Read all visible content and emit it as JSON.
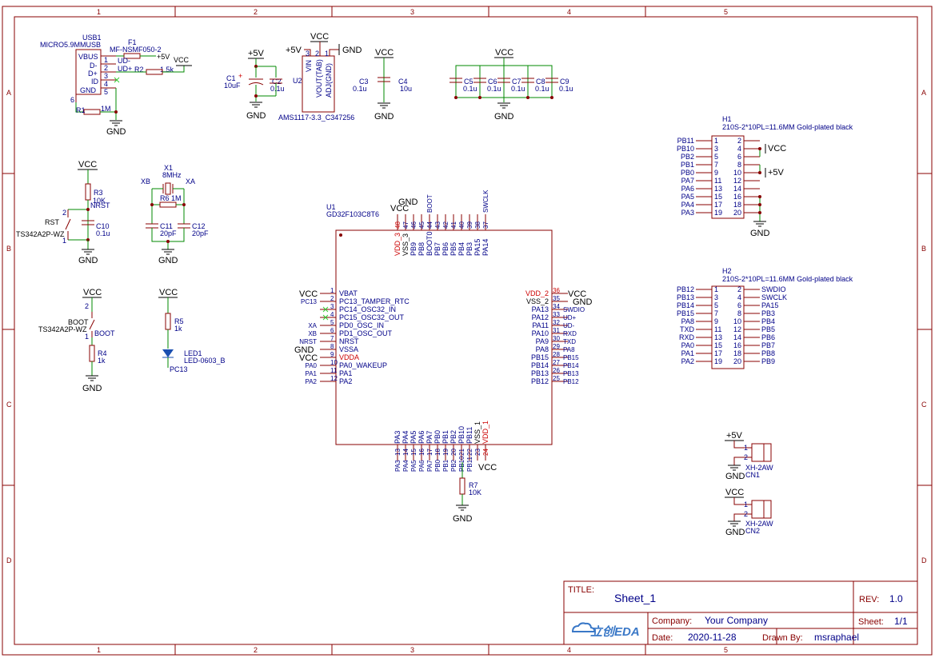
{
  "grid": {
    "columns": [
      "1",
      "2",
      "3",
      "4",
      "5"
    ],
    "rows": [
      "A",
      "B",
      "C",
      "D"
    ]
  },
  "colors": {
    "frame": "#880000",
    "wire": "#008800",
    "pin": "#880000",
    "text_blue": "#000088",
    "pin_red": "#cc0000",
    "power_black": "#000000",
    "noconnect": "#33cc33"
  },
  "title_block": {
    "title_label": "TITLE:",
    "title": "Sheet_1",
    "rev_label": "REV:",
    "rev": "1.0",
    "company_label": "Company:",
    "company": "Your Company",
    "sheet_label": "Sheet:",
    "sheet": "1/1",
    "date_label": "Date:",
    "date": "2020-11-28",
    "drawn_label": "Drawn By:",
    "drawn_by": "msraphael",
    "logo_text": "立创EDA"
  },
  "usb": {
    "ref": "USB1",
    "value": "MICRO5.9MMUSB",
    "pins": [
      "VBUS",
      "D-",
      "D+",
      "ID",
      "GND"
    ],
    "pin_numbers": [
      "1",
      "2",
      "3",
      "4",
      "5",
      "6"
    ],
    "fuse_ref": "F1",
    "fuse_value": "MF-NSMF050-2",
    "net_udm": "UD-",
    "net_udp": "UD+",
    "r2_ref": "R2",
    "r2_value": "1.5k",
    "r1_ref": "R1",
    "r1_value": "1M"
  },
  "ldo": {
    "ref": "U2",
    "value": "AMS1117-3.3_C347256",
    "pin_vin": "VIN",
    "pin_vout": "VOUT(TAB)",
    "pin_adj": "ADJ(GND)",
    "pin_numbers": [
      "3",
      "2",
      "1"
    ],
    "c1_ref": "C1",
    "c1_value": "10uF",
    "c2_ref": "C2",
    "c2_value": "0.1u"
  },
  "decoupling": [
    {
      "ref": "C3",
      "value": "0.1u"
    },
    {
      "ref": "C4",
      "value": "10u"
    },
    {
      "ref": "C5",
      "value": "0.1u"
    },
    {
      "ref": "C6",
      "value": "0.1u"
    },
    {
      "ref": "C7",
      "value": "0.1u"
    },
    {
      "ref": "C8",
      "value": "0.1u"
    },
    {
      "ref": "C9",
      "value": "0.1u"
    }
  ],
  "power": {
    "vcc": "VCC",
    "plus5v": "+5V",
    "gnd": "GND"
  },
  "reset": {
    "r3_ref": "R3",
    "r3_value": "10K",
    "net": "NRST",
    "sw_ref": "RST",
    "sw_value": "TS342A2P-WZ",
    "c10_ref": "C10",
    "c10_value": "0.1u",
    "pins": [
      "2",
      "1"
    ]
  },
  "crystal": {
    "ref": "X1",
    "value": "8MHz",
    "xb": "XB",
    "xa": "XA",
    "r6_ref": "R6",
    "r6_value": "1M",
    "c11_ref": "C11",
    "c11_value": "20pF",
    "c12_ref": "C12",
    "c12_value": "20pF"
  },
  "boot": {
    "sw_ref": "BOOT",
    "sw_value": "TS342A2P-WZ",
    "net": "BOOT",
    "r4_ref": "R4",
    "r4_value": "1k",
    "pins": [
      "2",
      "1"
    ]
  },
  "led": {
    "r5_ref": "R5",
    "r5_value": "1k",
    "led_ref": "LED1",
    "led_value": "LED-0603_B",
    "net": "PC13"
  },
  "mcu": {
    "ref": "U1",
    "value": "GD32F103C8T6",
    "left_pins": [
      {
        "num": "1",
        "name": "VBAT",
        "net": "VCC"
      },
      {
        "num": "2",
        "name": "PC13_TAMPER_RTC",
        "net": "PC13"
      },
      {
        "num": "3",
        "name": "PC14_OSC32_IN",
        "net": ""
      },
      {
        "num": "4",
        "name": "PC15_OSC32_OUT",
        "net": ""
      },
      {
        "num": "5",
        "name": "PD0_OSC_IN",
        "net": "XA"
      },
      {
        "num": "6",
        "name": "PD1_OSC_OUT",
        "net": "XB"
      },
      {
        "num": "7",
        "name": "NRST",
        "net": "NRST"
      },
      {
        "num": "8",
        "name": "VSSA",
        "net": "GND"
      },
      {
        "num": "9",
        "name": "VDDA",
        "net": "VCC"
      },
      {
        "num": "10",
        "name": "PA0_WAKEUP",
        "net": "PA0"
      },
      {
        "num": "11",
        "name": "PA1",
        "net": "PA1"
      },
      {
        "num": "12",
        "name": "PA2",
        "net": "PA2"
      }
    ],
    "right_pins": [
      {
        "num": "36",
        "name": "VDD_2",
        "net": "VCC"
      },
      {
        "num": "35",
        "name": "VSS_2",
        "net": "GND"
      },
      {
        "num": "34",
        "name": "PA13",
        "net": "SWDIO"
      },
      {
        "num": "33",
        "name": "PA12",
        "net": "UD+"
      },
      {
        "num": "32",
        "name": "PA11",
        "net": "UD-"
      },
      {
        "num": "31",
        "name": "PA10",
        "net": "RXD"
      },
      {
        "num": "30",
        "name": "PA9",
        "net": "TXD"
      },
      {
        "num": "29",
        "name": "PA8",
        "net": "PA8"
      },
      {
        "num": "28",
        "name": "PB15",
        "net": "PB15"
      },
      {
        "num": "27",
        "name": "PB14",
        "net": "PB14"
      },
      {
        "num": "26",
        "name": "PB13",
        "net": "PB13"
      },
      {
        "num": "25",
        "name": "PB12",
        "net": "PB12"
      }
    ],
    "top_pins": [
      {
        "num": "48",
        "name": "VDD_3",
        "net": "VCC"
      },
      {
        "num": "47",
        "name": "VSS_3",
        "net": "GND"
      },
      {
        "num": "46",
        "name": "PB9",
        "net": "PB9"
      },
      {
        "num": "45",
        "name": "PB8",
        "net": "PB8"
      },
      {
        "num": "44",
        "name": "BOOT0",
        "net": "BOOT"
      },
      {
        "num": "43",
        "name": "PB7",
        "net": "PB7"
      },
      {
        "num": "42",
        "name": "PB6",
        "net": "PB6"
      },
      {
        "num": "41",
        "name": "PB5",
        "net": "PB5"
      },
      {
        "num": "40",
        "name": "PB4",
        "net": "PB4"
      },
      {
        "num": "39",
        "name": "PB3",
        "net": "PB3"
      },
      {
        "num": "38",
        "name": "PA15",
        "net": "PA15"
      },
      {
        "num": "37",
        "name": "PA14",
        "net": "SWCLK"
      }
    ],
    "bottom_pins": [
      {
        "num": "13",
        "name": "PA3",
        "net": "PA3"
      },
      {
        "num": "14",
        "name": "PA4",
        "net": "PA4"
      },
      {
        "num": "15",
        "name": "PA5",
        "net": "PA5"
      },
      {
        "num": "16",
        "name": "PA6",
        "net": "PA6"
      },
      {
        "num": "17",
        "name": "PA7",
        "net": "PA7"
      },
      {
        "num": "18",
        "name": "PB0",
        "net": "PB0"
      },
      {
        "num": "19",
        "name": "PB1",
        "net": "PB1"
      },
      {
        "num": "20",
        "name": "PB2",
        "net": "PB2"
      },
      {
        "num": "21",
        "name": "PB10",
        "net": "PB10"
      },
      {
        "num": "22",
        "name": "PB11",
        "net": "PB11"
      },
      {
        "num": "23",
        "name": "VSS_1",
        "net": "GND"
      },
      {
        "num": "24",
        "name": "VDD_1",
        "net": "VCC"
      }
    ],
    "r7_ref": "R7",
    "r7_value": "10K"
  },
  "header_h1": {
    "ref": "H1",
    "value": "210S-2*10PL=11.6MM Gold-plated black",
    "left_nets": [
      "PB11",
      "PB10",
      "PB2",
      "PB1",
      "PB0",
      "PA7",
      "PA6",
      "PA5",
      "PA4",
      "PA3"
    ],
    "left_nums": [
      "1",
      "3",
      "5",
      "7",
      "9",
      "11",
      "13",
      "15",
      "17",
      "19"
    ],
    "right_nums": [
      "2",
      "4",
      "6",
      "8",
      "10",
      "12",
      "14",
      "16",
      "18",
      "20"
    ],
    "right_nets": [
      "",
      "VCC",
      "",
      "",
      "+5V",
      "",
      "",
      "",
      "",
      ""
    ]
  },
  "header_h2": {
    "ref": "H2",
    "value": "210S-2*10PL=11.6MM Gold-plated black",
    "left_nets": [
      "PB12",
      "PB13",
      "PB14",
      "PB15",
      "PA8",
      "TXD",
      "RXD",
      "PA0",
      "PA1",
      "PA2"
    ],
    "left_nums": [
      "1",
      "3",
      "5",
      "7",
      "9",
      "11",
      "13",
      "15",
      "17",
      "19"
    ],
    "right_nums": [
      "2",
      "4",
      "6",
      "8",
      "10",
      "12",
      "14",
      "16",
      "18",
      "20"
    ],
    "right_nets": [
      "SWDIO",
      "SWCLK",
      "PA15",
      "PB3",
      "PB4",
      "PB5",
      "PB6",
      "PB7",
      "PB8",
      "PB9"
    ]
  },
  "cn1": {
    "ref": "CN1",
    "value": "XH-2AW",
    "pins": [
      "1",
      "2"
    ],
    "net": "+5V"
  },
  "cn2": {
    "ref": "CN2",
    "value": "XH-2AW",
    "pins": [
      "1",
      "2"
    ],
    "net": "VCC"
  }
}
